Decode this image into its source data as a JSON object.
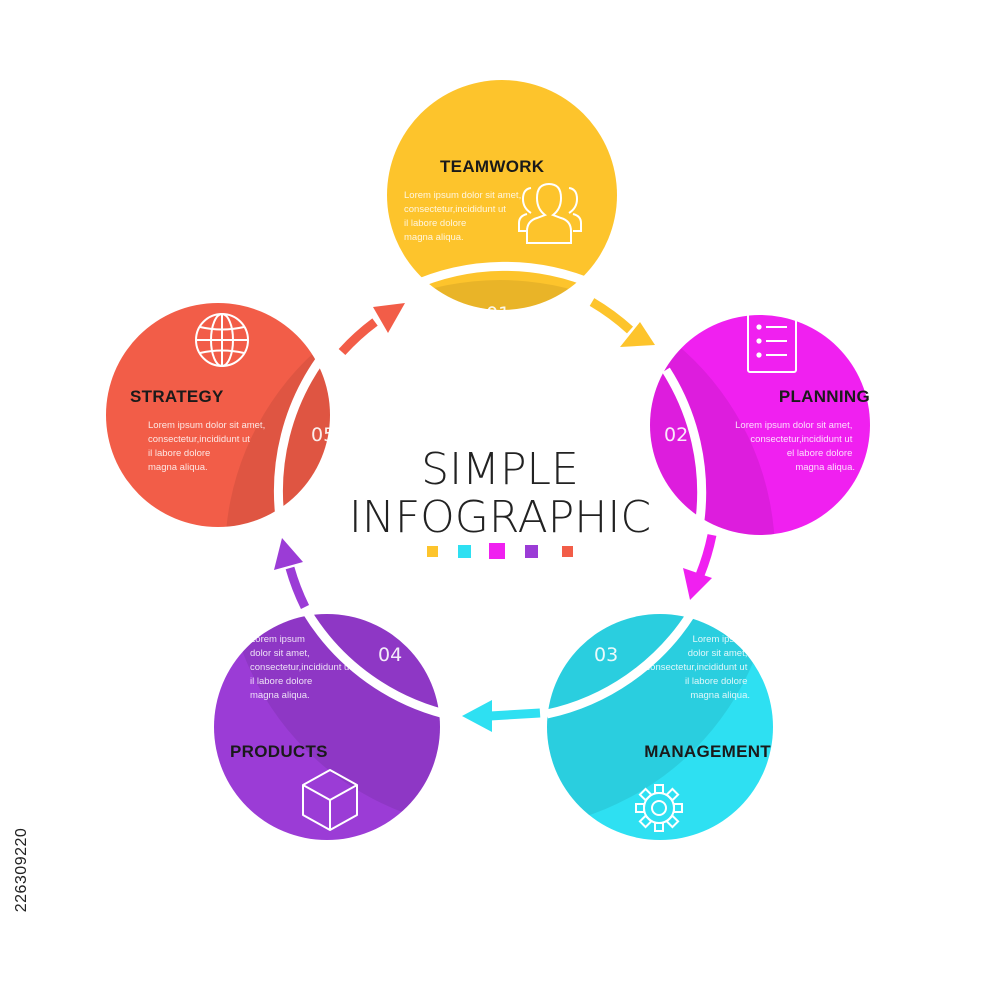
{
  "title": {
    "line1": "SIMPLE",
    "line2": "INFOGRAPHIC"
  },
  "steps": [
    {
      "number": "01",
      "heading": "TEAMWORK",
      "text": [
        "Lorem ipsum dolor sit amet,",
        "consectetur,incididunt ut",
        "il labore dolore",
        "magna aliqua."
      ],
      "color": "#FDC42C",
      "icon": "users-icon"
    },
    {
      "number": "02",
      "heading": "PLANNING",
      "text": [
        "Lorem ipsum dolor sit amet,",
        "consectetur,incididunt ut",
        "el labore dolore",
        "magna aliqua."
      ],
      "color": "#F020F0",
      "icon": "checklist-icon"
    },
    {
      "number": "03",
      "heading": "MANAGEMENT",
      "text": [
        "Lorem ipsum",
        "dolor sit amet,",
        "consectetur,incididunt ut",
        "il labore dolore",
        "magna aliqua."
      ],
      "color": "#2EE0F2",
      "icon": "gear-icon"
    },
    {
      "number": "04",
      "heading": "PRODUCTS",
      "text": [
        "Lorem ipsum",
        "dolor sit amet,",
        "consectetur,incididunt ut",
        "il labore dolore",
        "magna aliqua."
      ],
      "color": "#9B3CD6",
      "icon": "cube-icon"
    },
    {
      "number": "05",
      "heading": "STRATEGY",
      "text": [
        "Lorem ipsum dolor sit amet,",
        "consectetur,incididunt ut",
        "il labore dolore",
        "magna aliqua."
      ],
      "color": "#F25D48",
      "icon": "globe-icon"
    }
  ],
  "legend_colors": [
    "#FDC42C",
    "#2EE0F2",
    "#F020F0",
    "#9B3CD6",
    "#F25D48"
  ],
  "stock_id": "226309220"
}
